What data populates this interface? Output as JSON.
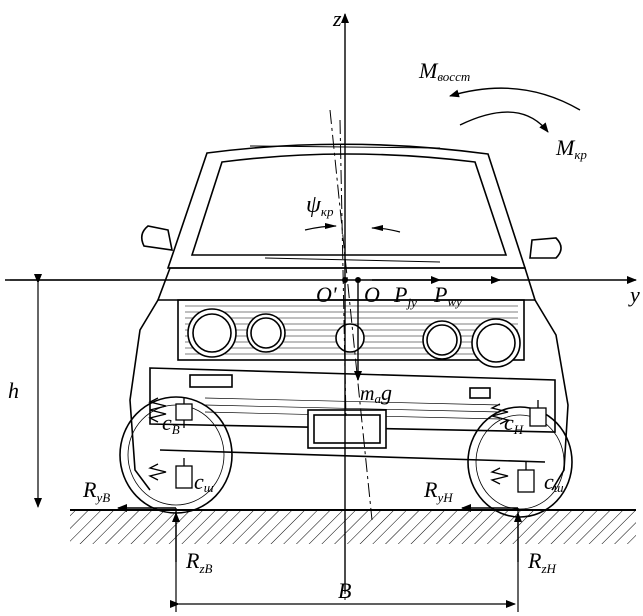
{
  "labels": {
    "z_axis": "z",
    "y_axis": "y",
    "m_vosst_main": "M",
    "m_vosst_sub": "восст",
    "m_kr_main": "M",
    "m_kr_sub": "кр",
    "psi_main": "ψ",
    "psi_sub": "кр",
    "o_prime": "O'",
    "o": "O",
    "pjy_main": "P",
    "pjy_sub": "jy",
    "pwy_main": "P",
    "pwy_sub": "wy",
    "h": "h",
    "mag_main": "m",
    "mag_sub": "a",
    "mag_g": "g",
    "cb_main": "c",
    "cb_sub": "B",
    "ch_main": "c",
    "ch_sub": "H",
    "csh_left_main": "c",
    "csh_left_sub": "ш",
    "csh_right_main": "c",
    "csh_right_sub": "ш",
    "ryb_main": "R",
    "ryb_sub": "yB",
    "ryh_main": "R",
    "ryh_sub": "yH",
    "rzb_main": "R",
    "rzb_sub": "zB",
    "rzh_main": "R",
    "rzh_sub": "zH",
    "b": "B"
  },
  "colors": {
    "ink": "#000000",
    "background": "#ffffff"
  }
}
